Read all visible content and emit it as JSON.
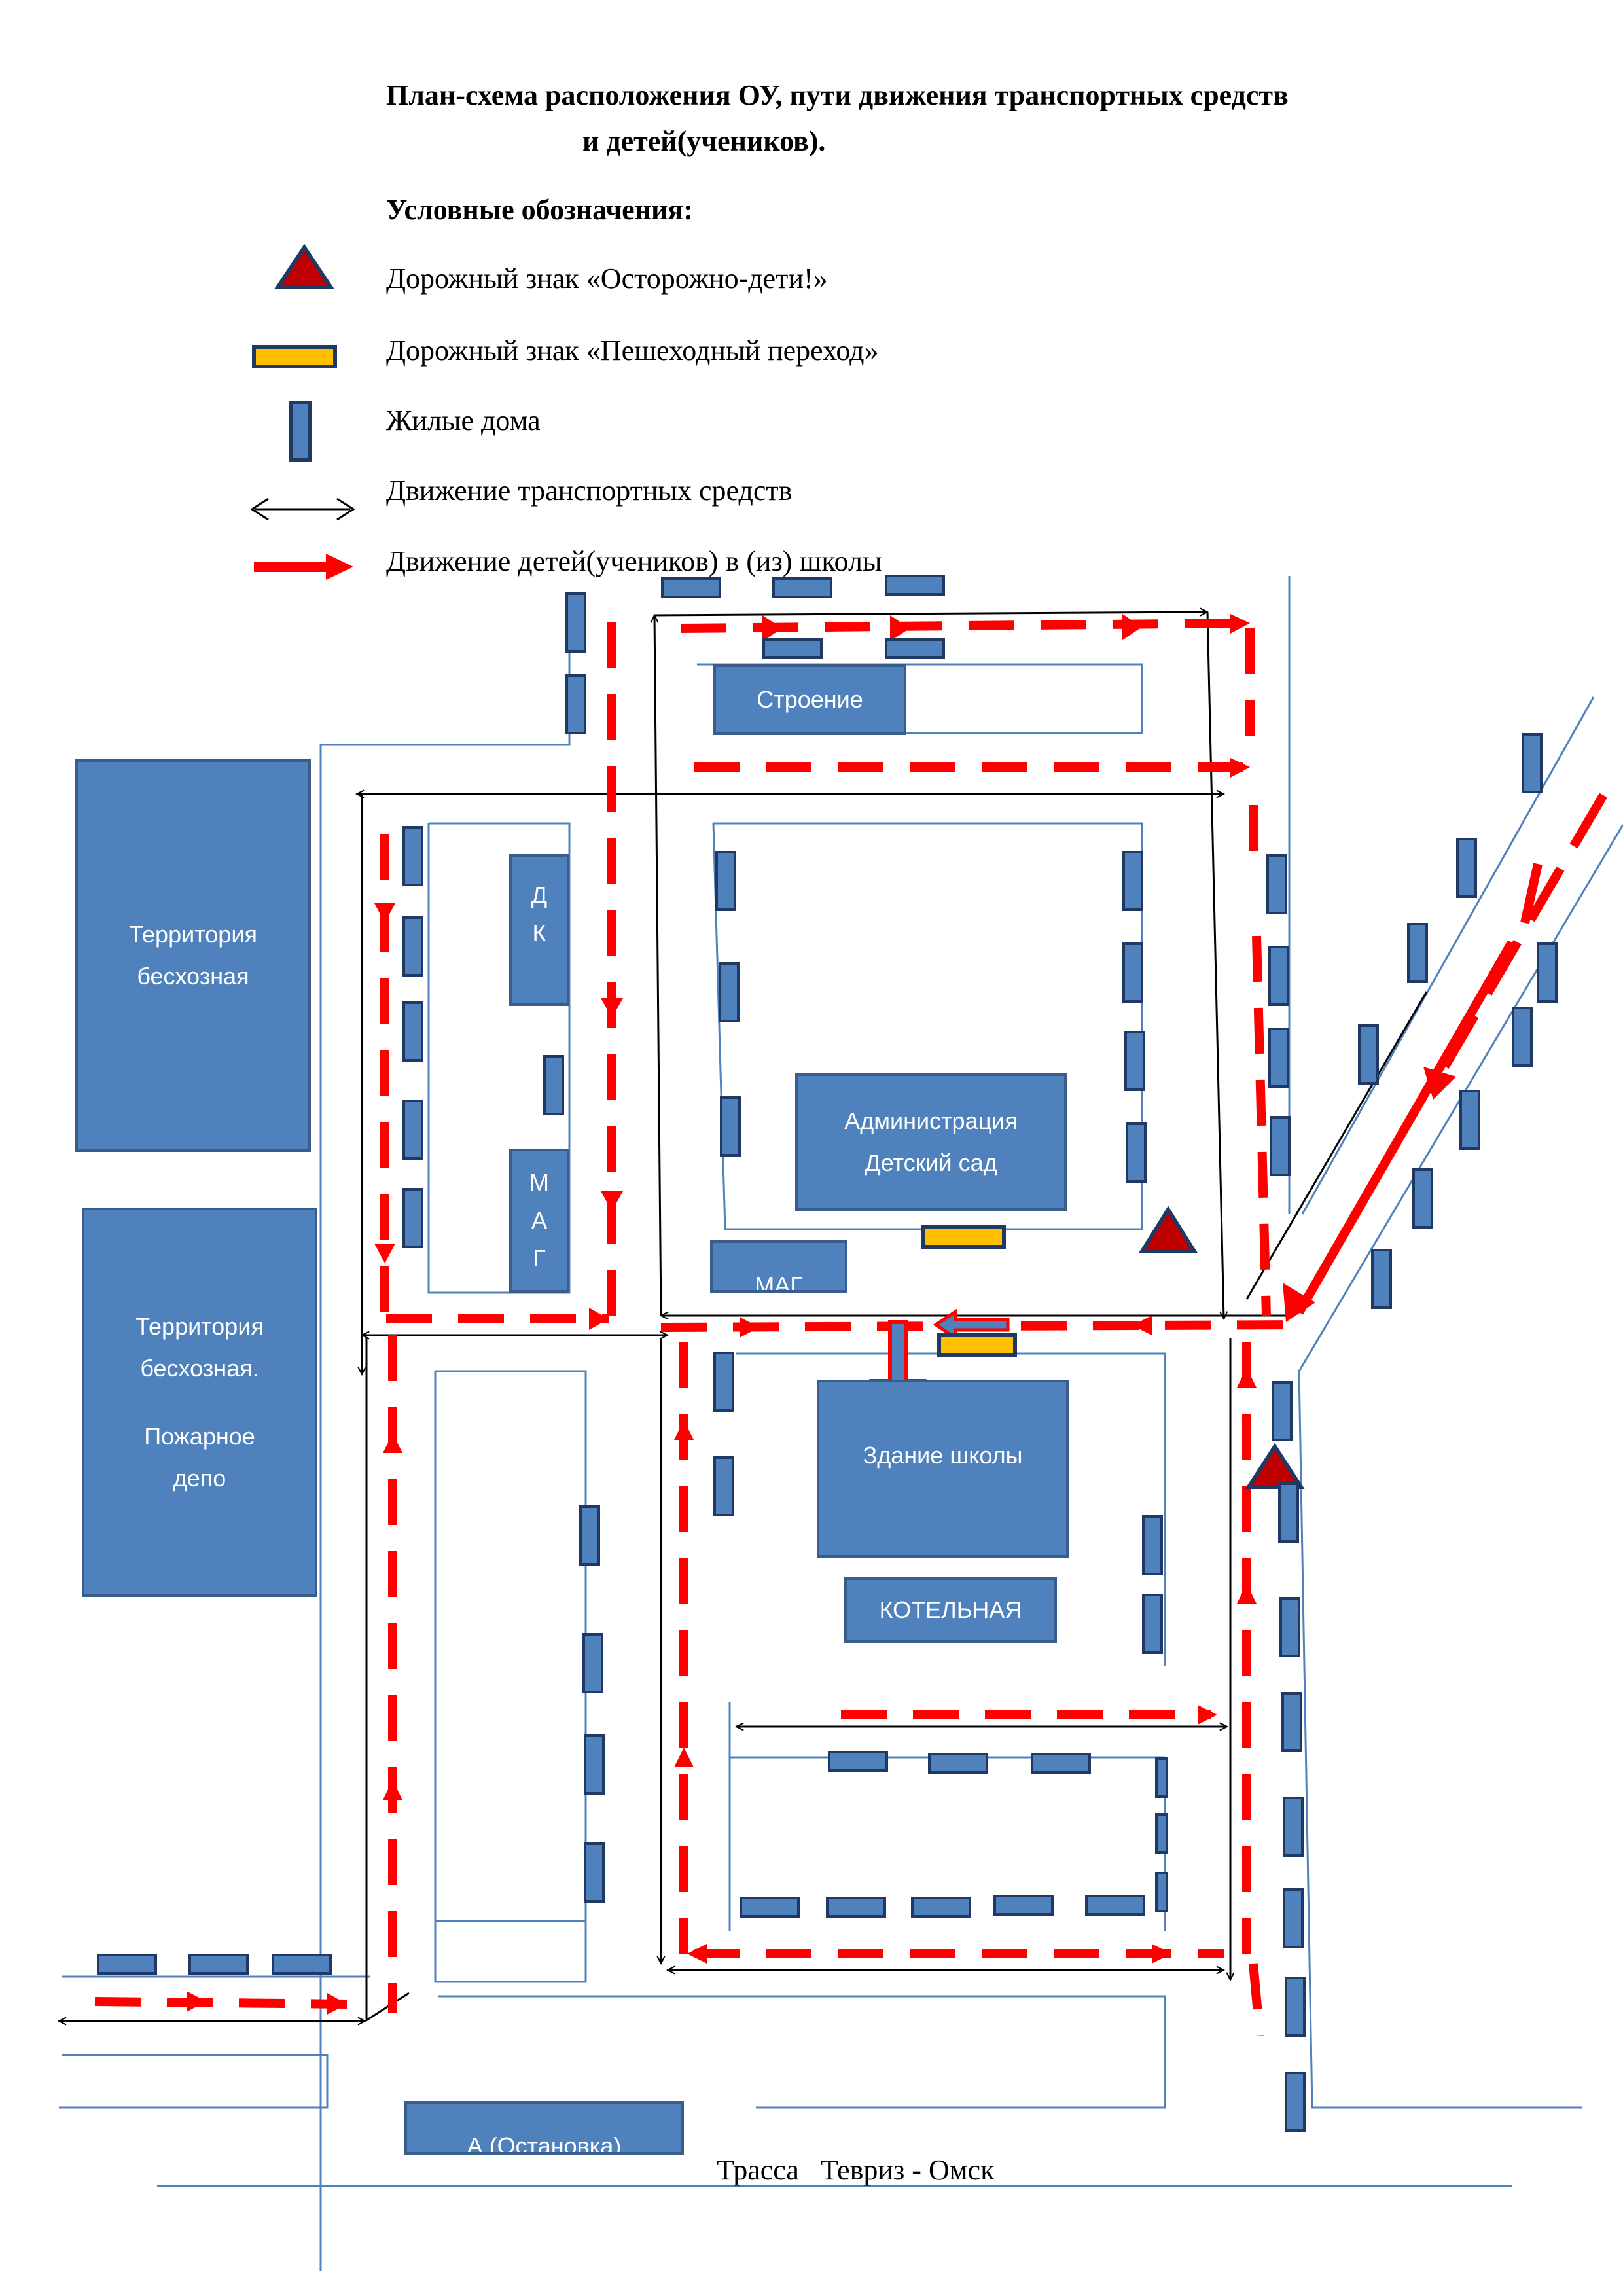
{
  "title": {
    "line1": "План-схема расположения ОУ, пути движения транспортных средств",
    "line2": "и детей(учеников)."
  },
  "legend": {
    "heading": "Условные обозначения:",
    "items": [
      {
        "icon": "warning-triangle-icon",
        "text": "Дорожный знак «Осторожно-дети!»"
      },
      {
        "icon": "crosswalk-sign-icon",
        "text": "Дорожный знак «Пешеходный переход»"
      },
      {
        "icon": "house-icon",
        "text": "Жилые дома"
      },
      {
        "icon": "double-arrow-icon",
        "text": "Движение транспортных средств"
      },
      {
        "icon": "red-arrow-icon",
        "text": "Движение детей(учеников) в (из) школы"
      }
    ]
  },
  "map": {
    "territory1": [
      "Территория",
      "бесхозная"
    ],
    "territory2": [
      "Территория",
      "бесхозная."
    ],
    "fire_depot": [
      "Пожарное",
      "депо"
    ],
    "building": "Строение",
    "dk": [
      "Д",
      "К"
    ],
    "mag_vertical": [
      "М",
      "А",
      "Г"
    ],
    "admin": [
      "Администрация",
      "Детский сад"
    ],
    "mag": "МАГ",
    "school": "Здание школы",
    "boiler": "КОТЕЛЬНАЯ",
    "stop": "А (Остановка)",
    "highway": "Трасса   Тевриз - Омск"
  },
  "colors": {
    "building": "#4f81bd",
    "building_border": "#385d8a",
    "pedestrian_route": "#ff0000",
    "road_line": "#4f81bd",
    "crosswalk": "#ffc000",
    "warning_sign": "#c00000"
  }
}
